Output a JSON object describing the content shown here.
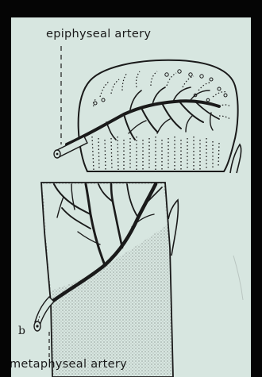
{
  "labels": {
    "epiphyseal": "epiphyseal artery",
    "metaphyseal": "metaphyseal artery",
    "panel_letter": "b"
  },
  "colors": {
    "background": "#050505",
    "panel": "#d7e6e0",
    "ink": "#1a1a1a",
    "stipple": "#9aa39f"
  }
}
